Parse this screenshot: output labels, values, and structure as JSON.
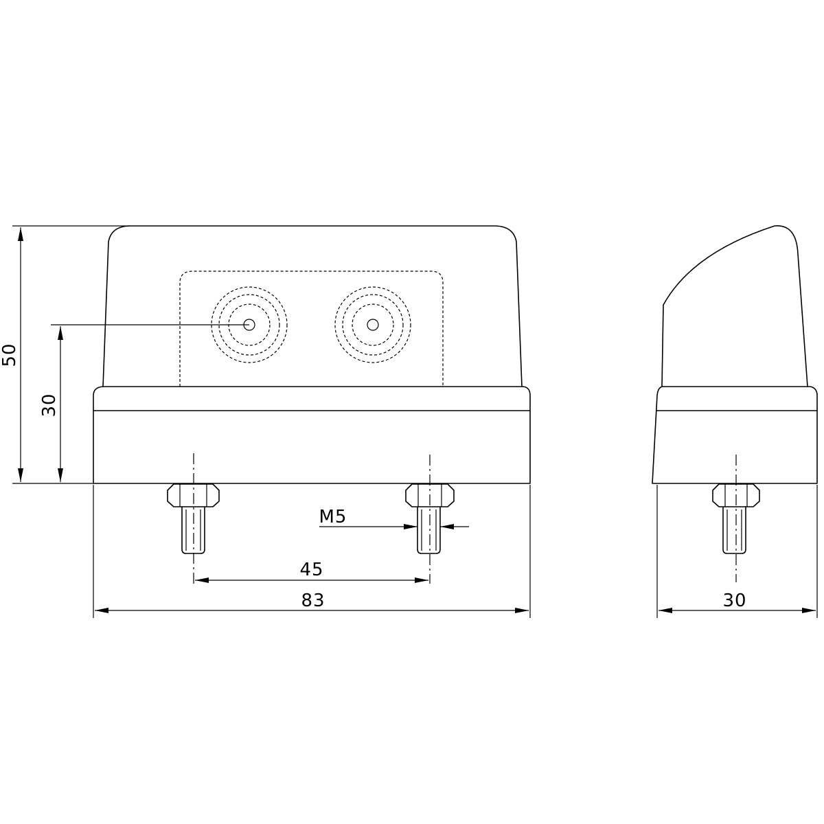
{
  "dimensions": {
    "height_total": "50",
    "height_hole": "30",
    "thread": "M5",
    "stud_spacing": "45",
    "width_total": "83",
    "depth_side": "30"
  }
}
